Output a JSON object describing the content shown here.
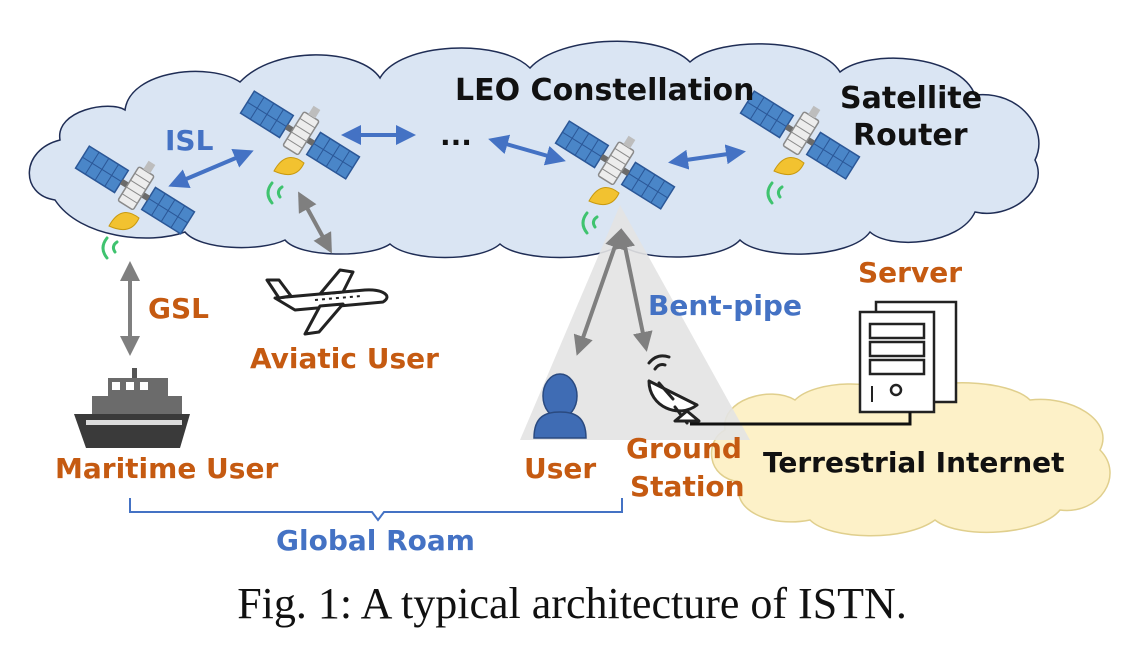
{
  "figure": {
    "caption": "Fig. 1: A typical architecture of ISTN.",
    "labels": {
      "constellation": "LEO Constellation",
      "ellipsis": "...",
      "satellite_router_1": "Satellite",
      "satellite_router_2": "Router",
      "isl": "ISL",
      "gsl": "GSL",
      "bent_pipe": "Bent-pipe",
      "server": "Server",
      "aviatic_user": "Aviatic User",
      "maritime_user": "Maritime User",
      "user": "User",
      "ground_station_1": "Ground",
      "ground_station_2": "Station",
      "terrestrial_internet": "Terrestrial Internet",
      "global_roam": "Global Roam"
    },
    "colors": {
      "cloud_fill": "#dae5f3",
      "cloud_stroke": "#1f2d55",
      "terrestrial_fill": "#fdf1c8",
      "label_orange": "#c55a11",
      "label_blue": "#4472c4",
      "arrow_blue": "#4472c4",
      "arrow_gray": "#7f7f7f",
      "beam_gray": "#e3e3e3"
    },
    "icons": [
      "satellite-icon",
      "airplane-icon",
      "ship-icon",
      "user-icon",
      "dish-antenna-icon",
      "server-icon"
    ]
  }
}
